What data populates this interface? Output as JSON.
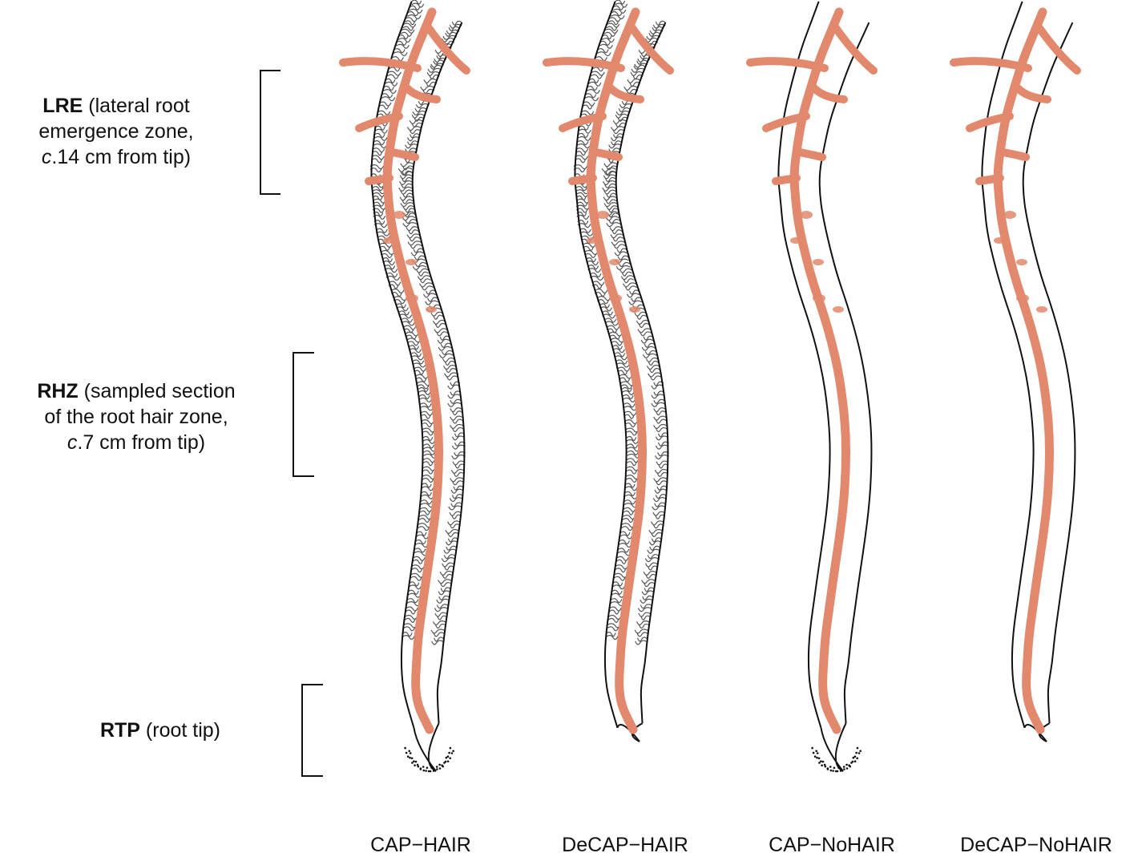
{
  "zones": {
    "lre": {
      "abbr": "LRE",
      "line1": " (lateral root",
      "line2": "emergence zone,",
      "line3_italic": "c",
      "line3": ".14 cm from tip)"
    },
    "rhz": {
      "abbr": "RHZ",
      "line1": " (sampled section",
      "line2": "of the root hair zone,",
      "line3_italic": "c",
      "line3": ".7 cm from tip)"
    },
    "rtp": {
      "abbr": "RTP",
      "line1": " (root tip)"
    }
  },
  "treatments": [
    {
      "label": "CAP−HAIR",
      "has_cap": true,
      "has_hairs": true
    },
    {
      "label": "DeCAP−HAIR",
      "has_cap": false,
      "has_hairs": true
    },
    {
      "label": "CAP−NoHAIR",
      "has_cap": true,
      "has_hairs": false
    },
    {
      "label": "DeCAP−NoHAIR",
      "has_cap": false,
      "has_hairs": false
    }
  ],
  "colors": {
    "stele": "#e2886c",
    "outline": "#111111",
    "hair": "#555555"
  }
}
